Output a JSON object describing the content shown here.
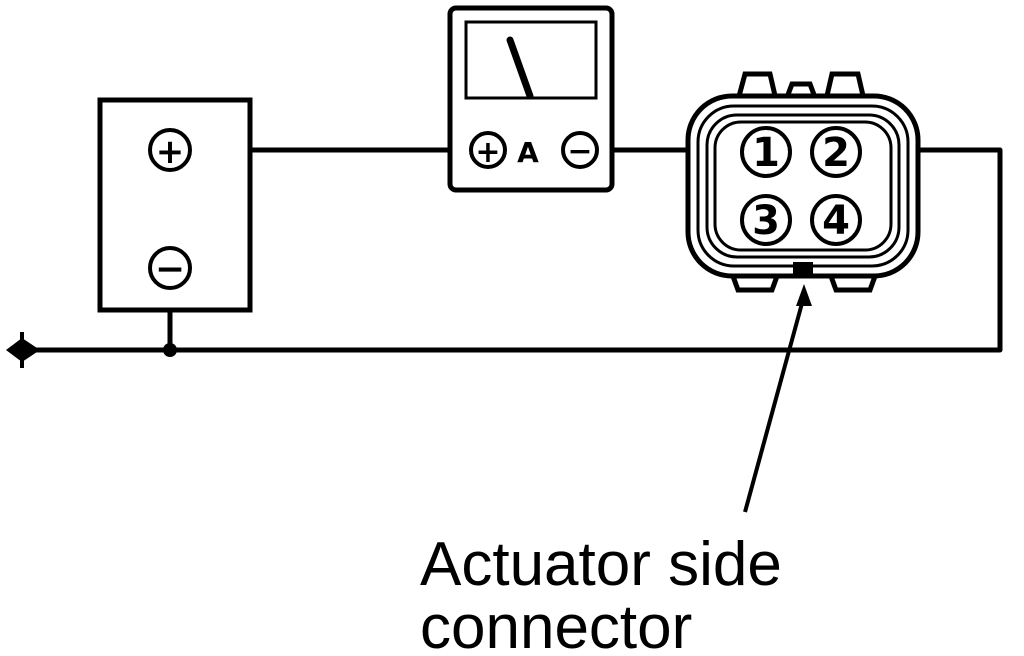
{
  "battery": {
    "positive_symbol": "+",
    "negative_symbol": "−"
  },
  "meter": {
    "left_terminal_symbol": "+",
    "unit_label": "A",
    "right_terminal_symbol": "−"
  },
  "connector": {
    "pins": [
      "1",
      "2",
      "3",
      "4"
    ],
    "caption_line1": "Actuator side",
    "caption_line2": "connector"
  }
}
